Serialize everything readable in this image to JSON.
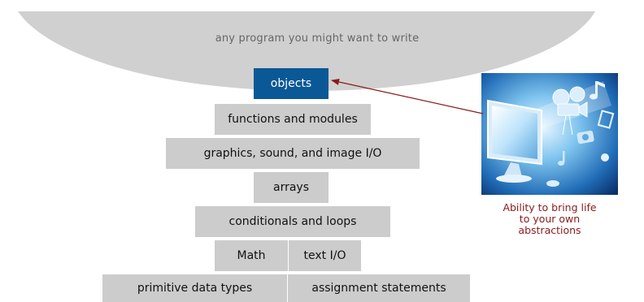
{
  "program_label": "any program you might want to write",
  "layers": {
    "objects": "objects",
    "functions_modules": "functions and modules",
    "graphics_io": "graphics, sound, and image I/O",
    "arrays": "arrays",
    "conditionals_loops": "conditionals and loops",
    "math": "Math",
    "text_io": "text I/O",
    "primitive_types": "primitive data types",
    "assignment": "assignment statements"
  },
  "caption": {
    "line1": "Ability to bring life",
    "line2": "to your own",
    "line3": "abstractions"
  },
  "colors": {
    "bowl": "#d0d0d0",
    "box": "#cccccc",
    "objects_box": "#0a5896",
    "arrow": "#8b1a1a",
    "caption": "#8b1a1a"
  }
}
